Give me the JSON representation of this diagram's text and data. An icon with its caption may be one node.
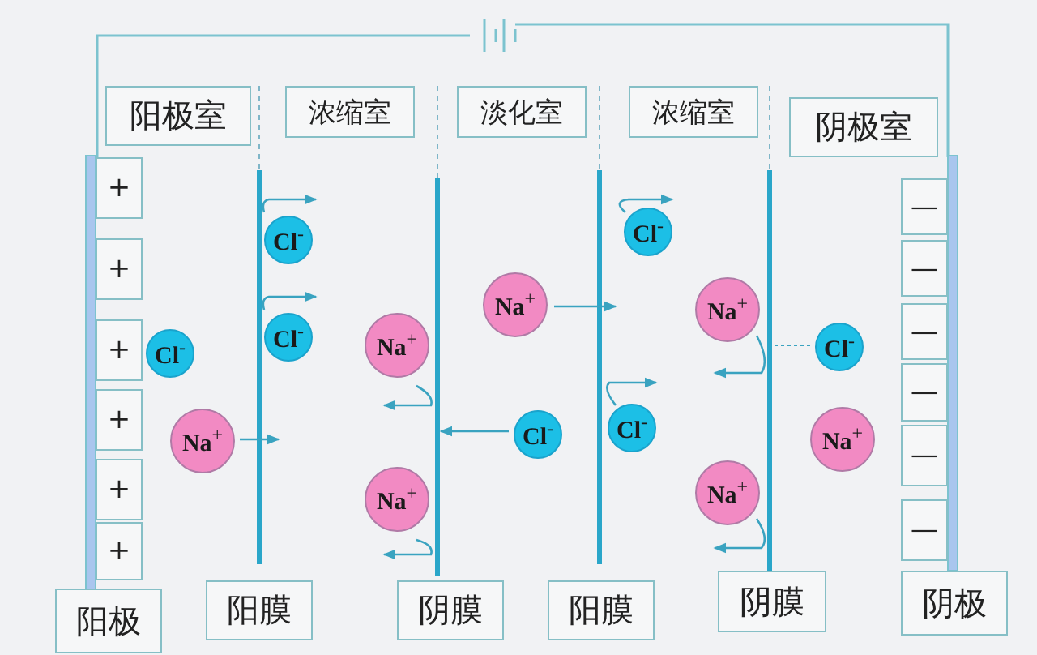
{
  "diagram": {
    "nodes": [
      {
        "text": [
          "阳极室"
        ]
      },
      {
        "text": [
          "浓缩室"
        ]
      },
      {
        "text": [
          "淡化室"
        ]
      },
      {
        "text": [
          "浓缩室"
        ]
      },
      {
        "text": [
          "阴极室"
        ]
      },
      {
        "text": [
          "+"
        ]
      },
      {
        "text": [
          "+"
        ]
      },
      {
        "text": [
          "+"
        ]
      },
      {
        "text": [
          "+"
        ]
      },
      {
        "text": [
          "+"
        ]
      },
      {
        "text": [
          "+"
        ]
      },
      {
        "text": [
          "—"
        ]
      },
      {
        "text": [
          "—"
        ]
      },
      {
        "text": [
          "—"
        ]
      },
      {
        "text": [
          "—"
        ]
      },
      {
        "text": [
          "—"
        ]
      },
      {
        "text": [
          "—"
        ]
      },
      {
        "text": [
          "Cl$^{-}$"
        ]
      },
      {
        "text": [
          "Cl$^{-}$"
        ]
      },
      {
        "text": [
          "Cl$^{-}$"
        ]
      },
      {
        "text": [
          "Na$^{+}$"
        ]
      },
      {
        "text": [
          "Na$^{+}$"
        ]
      },
      {
        "text": [
          "Na$^{+}$"
        ]
      },
      {
        "text": [
          "Na$^{+}$"
        ]
      },
      {
        "text": [
          "Cl$^{-}$"
        ]
      },
      {
        "text": [
          "Cl$^{-}$"
        ]
      },
      {
        "text": [
          "Cl$^{-}$"
        ]
      },
      {
        "text": [
          "Na$^{+}$"
        ]
      },
      {
        "text": [
          "Na$^{+}$"
        ]
      },
      {
        "text": [
          "Cl$^{-}$"
        ]
      },
      {
        "text": [
          "Na$^{+}$"
        ]
      },
      {
        "text": [
          "阳极"
        ]
      },
      {
        "text": [
          "阳膜"
        ]
      },
      {
        "text": [
          "阴膜"
        ]
      },
      {
        "text": [
          "阳膜"
        ]
      },
      {
        "text": [
          "阴膜"
        ]
      },
      {
        "text": [
          "阴极"
        ]
      }
    ],
    "edges": []
  }
}
